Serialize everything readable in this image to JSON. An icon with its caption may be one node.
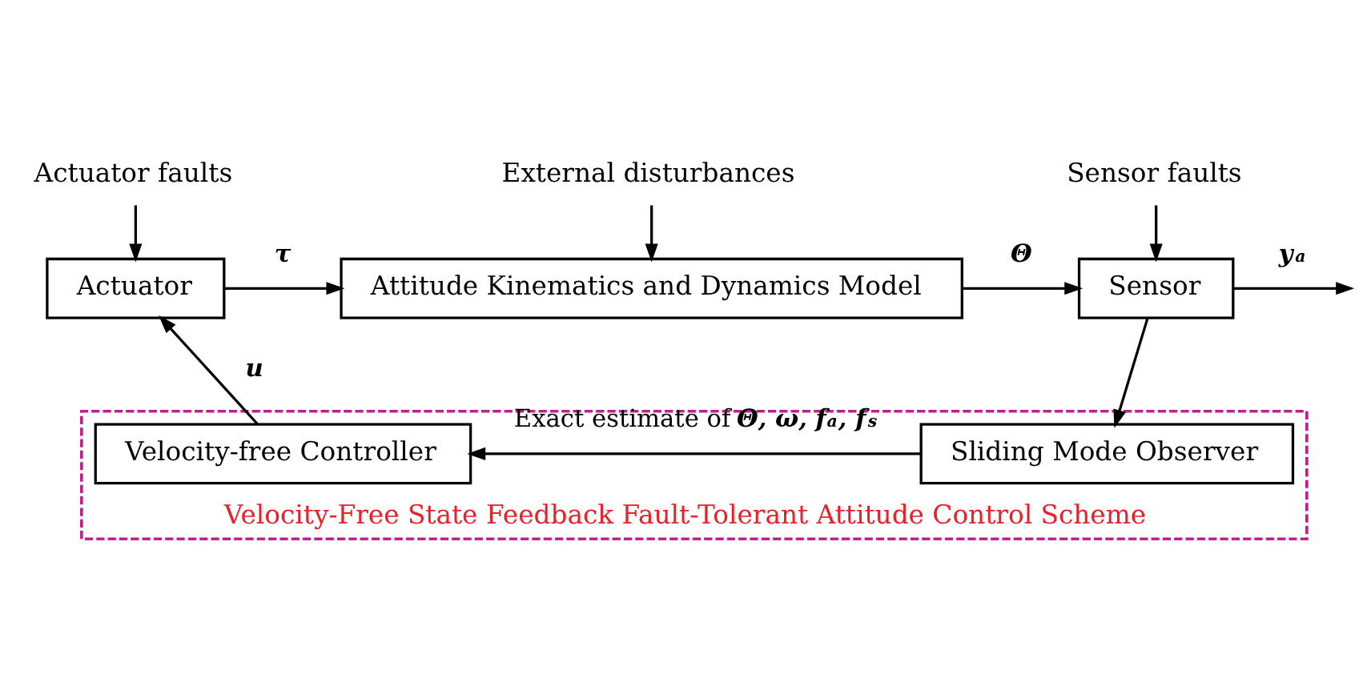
{
  "diagram": {
    "nodes": [
      {
        "text": [
          "Velocity-Free State Feedback Fault-Tolerant Attitude Control Scheme"
        ]
      },
      {
        "text": [
          "Actuator faults"
        ]
      },
      {
        "text": [
          "External disturbances"
        ]
      },
      {
        "text": [
          "Sensor faults"
        ]
      },
      {
        "text": [
          "Actuator"
        ]
      },
      {
        "text": [
          "Attitude Kinematics and Dynamics Model"
        ]
      },
      {
        "text": [
          "Sensor"
        ]
      },
      {
        "text": [
          "Velocity-free Controller"
        ],
        "in": 0
      },
      {
        "text": [
          "Sliding Mode Observer"
        ],
        "in": 0
      }
    ],
    "edges": [
      {
        "from": 1,
        "to": 4,
        "arrow": "to"
      },
      {
        "from": 2,
        "to": 5,
        "arrow": "to"
      },
      {
        "from": 3,
        "to": 6,
        "arrow": "to"
      },
      {
        "from": 4,
        "to": 5,
        "arrow": "to",
        "label": "**τ**"
      },
      {
        "from": 5,
        "to": 6,
        "arrow": "to",
        "label": "**Θ**"
      },
      {
        "from": 6,
        "to": null,
        "arrow": "to",
        "label": "**y$_{a}$**"
      },
      {
        "from": 6,
        "to": 8,
        "arrow": "to"
      },
      {
        "from": 8,
        "to": 7,
        "arrow": "to",
        "label": "Exact estimate of **Θ, ω, f$_{a}$, f$_{s}$**"
      },
      {
        "from": 7,
        "to": 4,
        "arrow": "to",
        "label": "**u**"
      }
    ]
  }
}
